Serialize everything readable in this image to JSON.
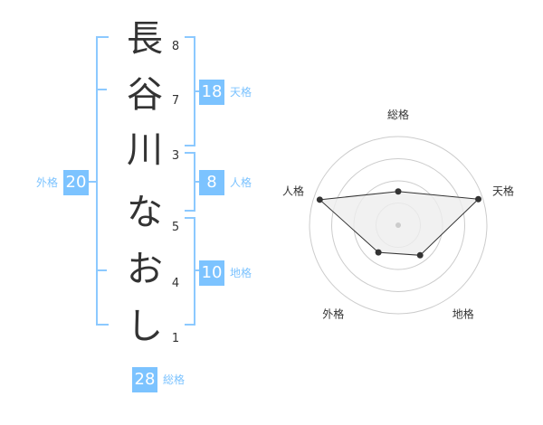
{
  "name_characters": [
    {
      "char": "長",
      "strokes": "8"
    },
    {
      "char": "谷",
      "strokes": "7"
    },
    {
      "char": "川",
      "strokes": "3"
    },
    {
      "char": "な",
      "strokes": "5"
    },
    {
      "char": "お",
      "strokes": "4"
    },
    {
      "char": "し",
      "strokes": "1"
    }
  ],
  "fortune": {
    "tenkaku": {
      "label": "天格",
      "value": "18"
    },
    "jinkaku": {
      "label": "人格",
      "value": "8"
    },
    "chikaku": {
      "label": "地格",
      "value": "10"
    },
    "gaikaku": {
      "label": "外格",
      "value": "20"
    },
    "soukaku": {
      "label": "総格",
      "value": "28"
    }
  },
  "radar": {
    "axes": [
      "総格",
      "天格",
      "地格",
      "外格",
      "人格"
    ],
    "levels": 4,
    "values": [
      0.38,
      0.95,
      0.42,
      0.38,
      0.93
    ]
  },
  "colors": {
    "accent": "#7cc3ff",
    "bracket": "#8cc9ff",
    "text": "#333333",
    "grid": "#cccccc",
    "fill": "#eeeeee"
  }
}
